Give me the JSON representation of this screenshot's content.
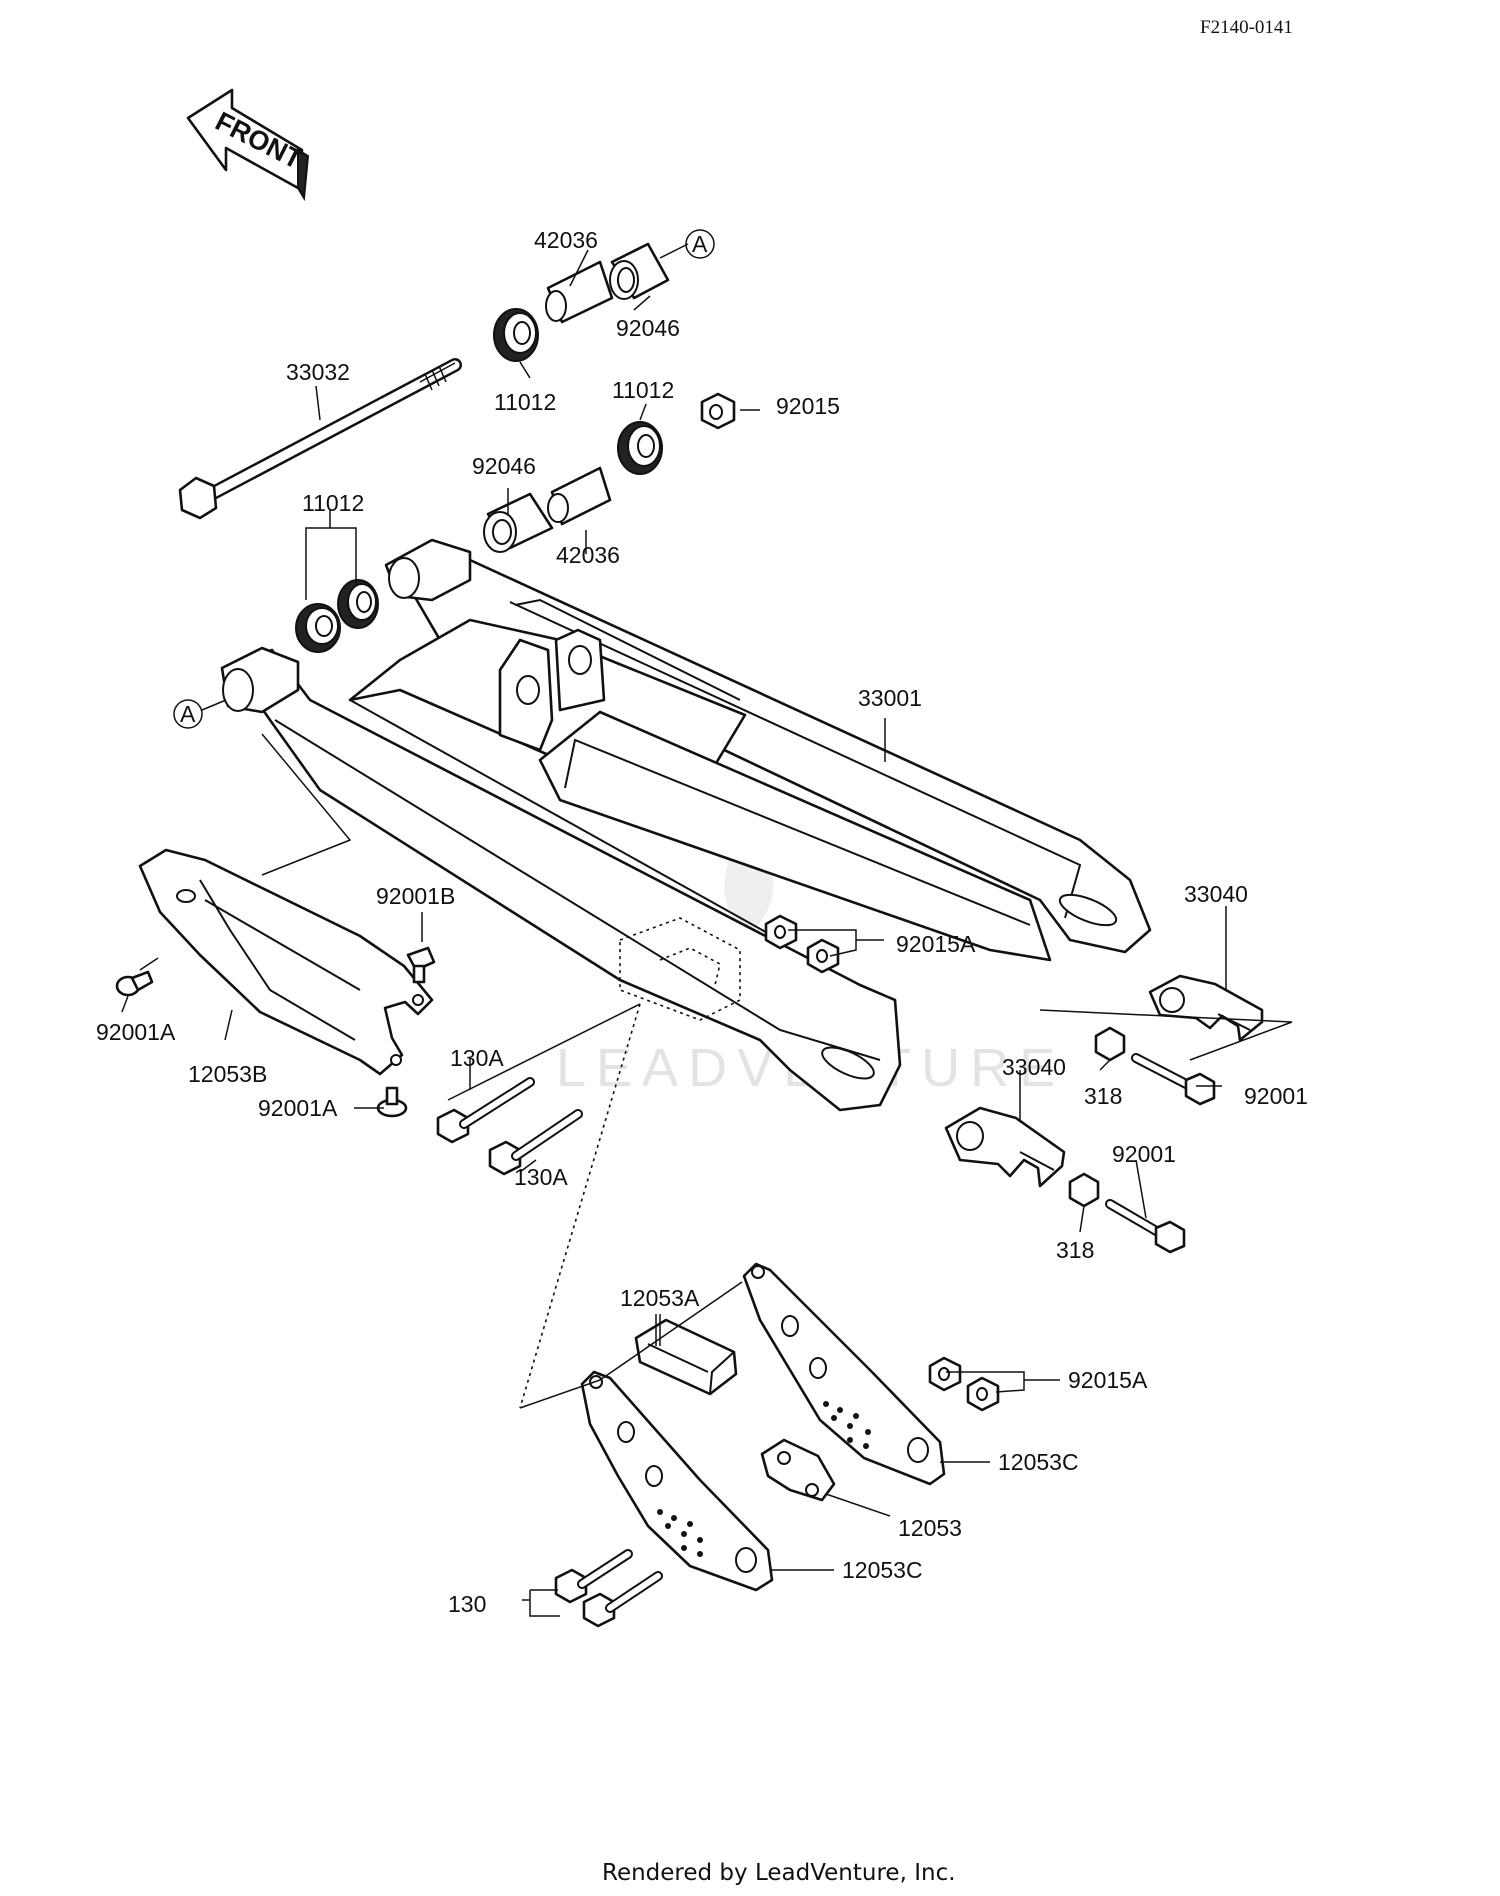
{
  "header": {
    "code": "F2140-0141"
  },
  "front_arrow": {
    "text": "FRONT"
  },
  "callout_letter": "A",
  "watermark": {
    "text": "LEADVENTURE"
  },
  "footer": {
    "text": "Rendered by LeadVenture, Inc."
  },
  "parts": {
    "p42036_top": "42036",
    "p92046_top": "92046",
    "p33032": "33032",
    "p11012_top": "11012",
    "p11012_mid": "11012",
    "p92015": "92015",
    "p92046_mid": "92046",
    "p42036_mid": "42036",
    "p11012_left": "11012",
    "p33001": "33001",
    "p92001B": "92001B",
    "p33040_upper": "33040",
    "p92015A_upper": "92015A",
    "p92001A_left": "92001A",
    "p12053B": "12053B",
    "p130A_upper": "130A",
    "p33040_lower": "33040",
    "p318_upper": "318",
    "p92001_upper": "92001",
    "p92001A_lower": "92001A",
    "p130A_lower": "130A",
    "p92001_lower": "92001",
    "p318_lower": "318",
    "p12053A": "12053A",
    "p92015A_lower": "92015A",
    "p12053C_upper": "12053C",
    "p12053": "12053",
    "p12053C_lower": "12053C",
    "p130": "130"
  }
}
